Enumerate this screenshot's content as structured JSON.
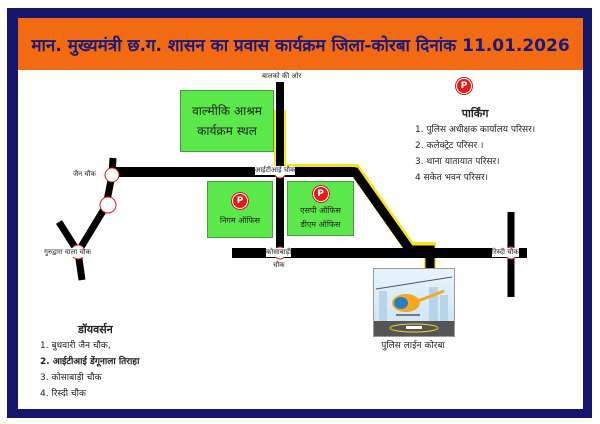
{
  "header": {
    "title": "मान. मुख्यमंत्री छ.ग. शासन का प्रवास कार्यक्रम  जिला-कोरबा दिनांक 11.01.2026"
  },
  "map": {
    "labels": {
      "balco": "बालको की ओर",
      "iti_chowk": "आईटीआई चौक",
      "jain_chowk": "जैन चौक",
      "gurudwara_chowk": "गुरुद्वारा वाला चौक",
      "kosabadi_chowk_1": "कोसाबाड़ी",
      "kosabadi_chowk_2": "चौक",
      "risdi_chowk": "रिस्दी चौक"
    },
    "venue": {
      "line1": "वाल्मीकि आश्रम",
      "line2": "कार्यक्रम स्थल"
    },
    "nigam_office": "निगम ऑफिस",
    "sp_office": "एसपी ऑफिस",
    "dm_office": "डीएम ऑफिस",
    "parking_symbol": "P",
    "helipad_label": "पुलिस लाईन कोरबा"
  },
  "parking": {
    "title": "पार्किंग",
    "items": [
      "1. पुलिस अधीक्षक कार्यालय परिसर।",
      "2. कलेक्ट्रेट परिसर ।",
      "3. थाना यातायात परिसर।",
      "4 सकेत भवन परिसर।"
    ]
  },
  "diversion": {
    "title": "डॉयवर्सन",
    "items": [
      "1. बुधवारी जैन चौक,",
      "2. आईटीआई डेंगूनाला तिराहा",
      "3. कोसाबाड़ी चौक",
      "4. रिस्दी चौक"
    ]
  },
  "colors": {
    "border": "#15156b",
    "header": "#f26a12",
    "green": "#5be84a",
    "route": "#f5e616",
    "parking": "#e21b1b"
  }
}
